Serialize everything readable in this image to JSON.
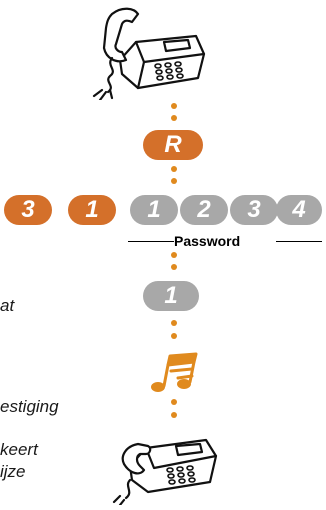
{
  "sequence": {
    "recall_key": "R",
    "prefix_digits": [
      "3",
      "1"
    ],
    "password_digits": [
      "1",
      "2",
      "3",
      "4"
    ],
    "password_label": "Password",
    "confirm_digit": "1"
  },
  "left_text_fragments": [
    "at",
    "estiging",
    "keert",
    "ijze"
  ],
  "colors": {
    "accent_orange": "#d4702a",
    "key_gray": "#a8a8a8",
    "dot_orange": "#e08a1e",
    "line_black": "#000000"
  },
  "icons": [
    "telephone-handset-lifted-icon",
    "music-note-icon",
    "telephone-handset-down-icon"
  ]
}
